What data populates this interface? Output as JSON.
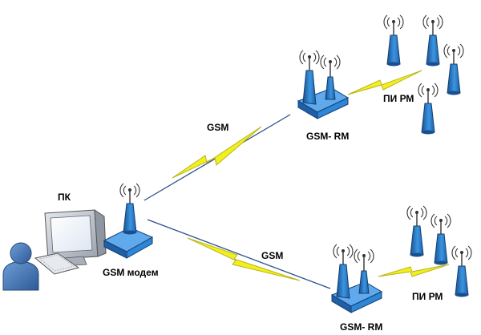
{
  "labels": {
    "pc": "ПК",
    "modem": "GSM модем",
    "gsm_link_top": "GSM",
    "gsm_link_bottom": "GSM",
    "rm_top": "GSM- RM",
    "rm_bottom": "GSM- RM",
    "pirm_top": "ПИ РМ",
    "pirm_bottom": "ПИ РМ"
  },
  "colors": {
    "device_blue": "#2E86D6",
    "device_dark": "#1A4F8F",
    "device_light": "#9FCBF2",
    "bolt": "#F2EF1F",
    "bolt_edge": "#B8B418",
    "link_line": "#2A4F8A",
    "monitor": "#B8BEC8",
    "person": "#4A78B5"
  },
  "icons": [
    "user-icon",
    "computer-icon",
    "keyboard-icon",
    "modem-icon",
    "router-icon",
    "antenna-icon",
    "radio-wave-icon",
    "lightning-bolt-icon"
  ]
}
